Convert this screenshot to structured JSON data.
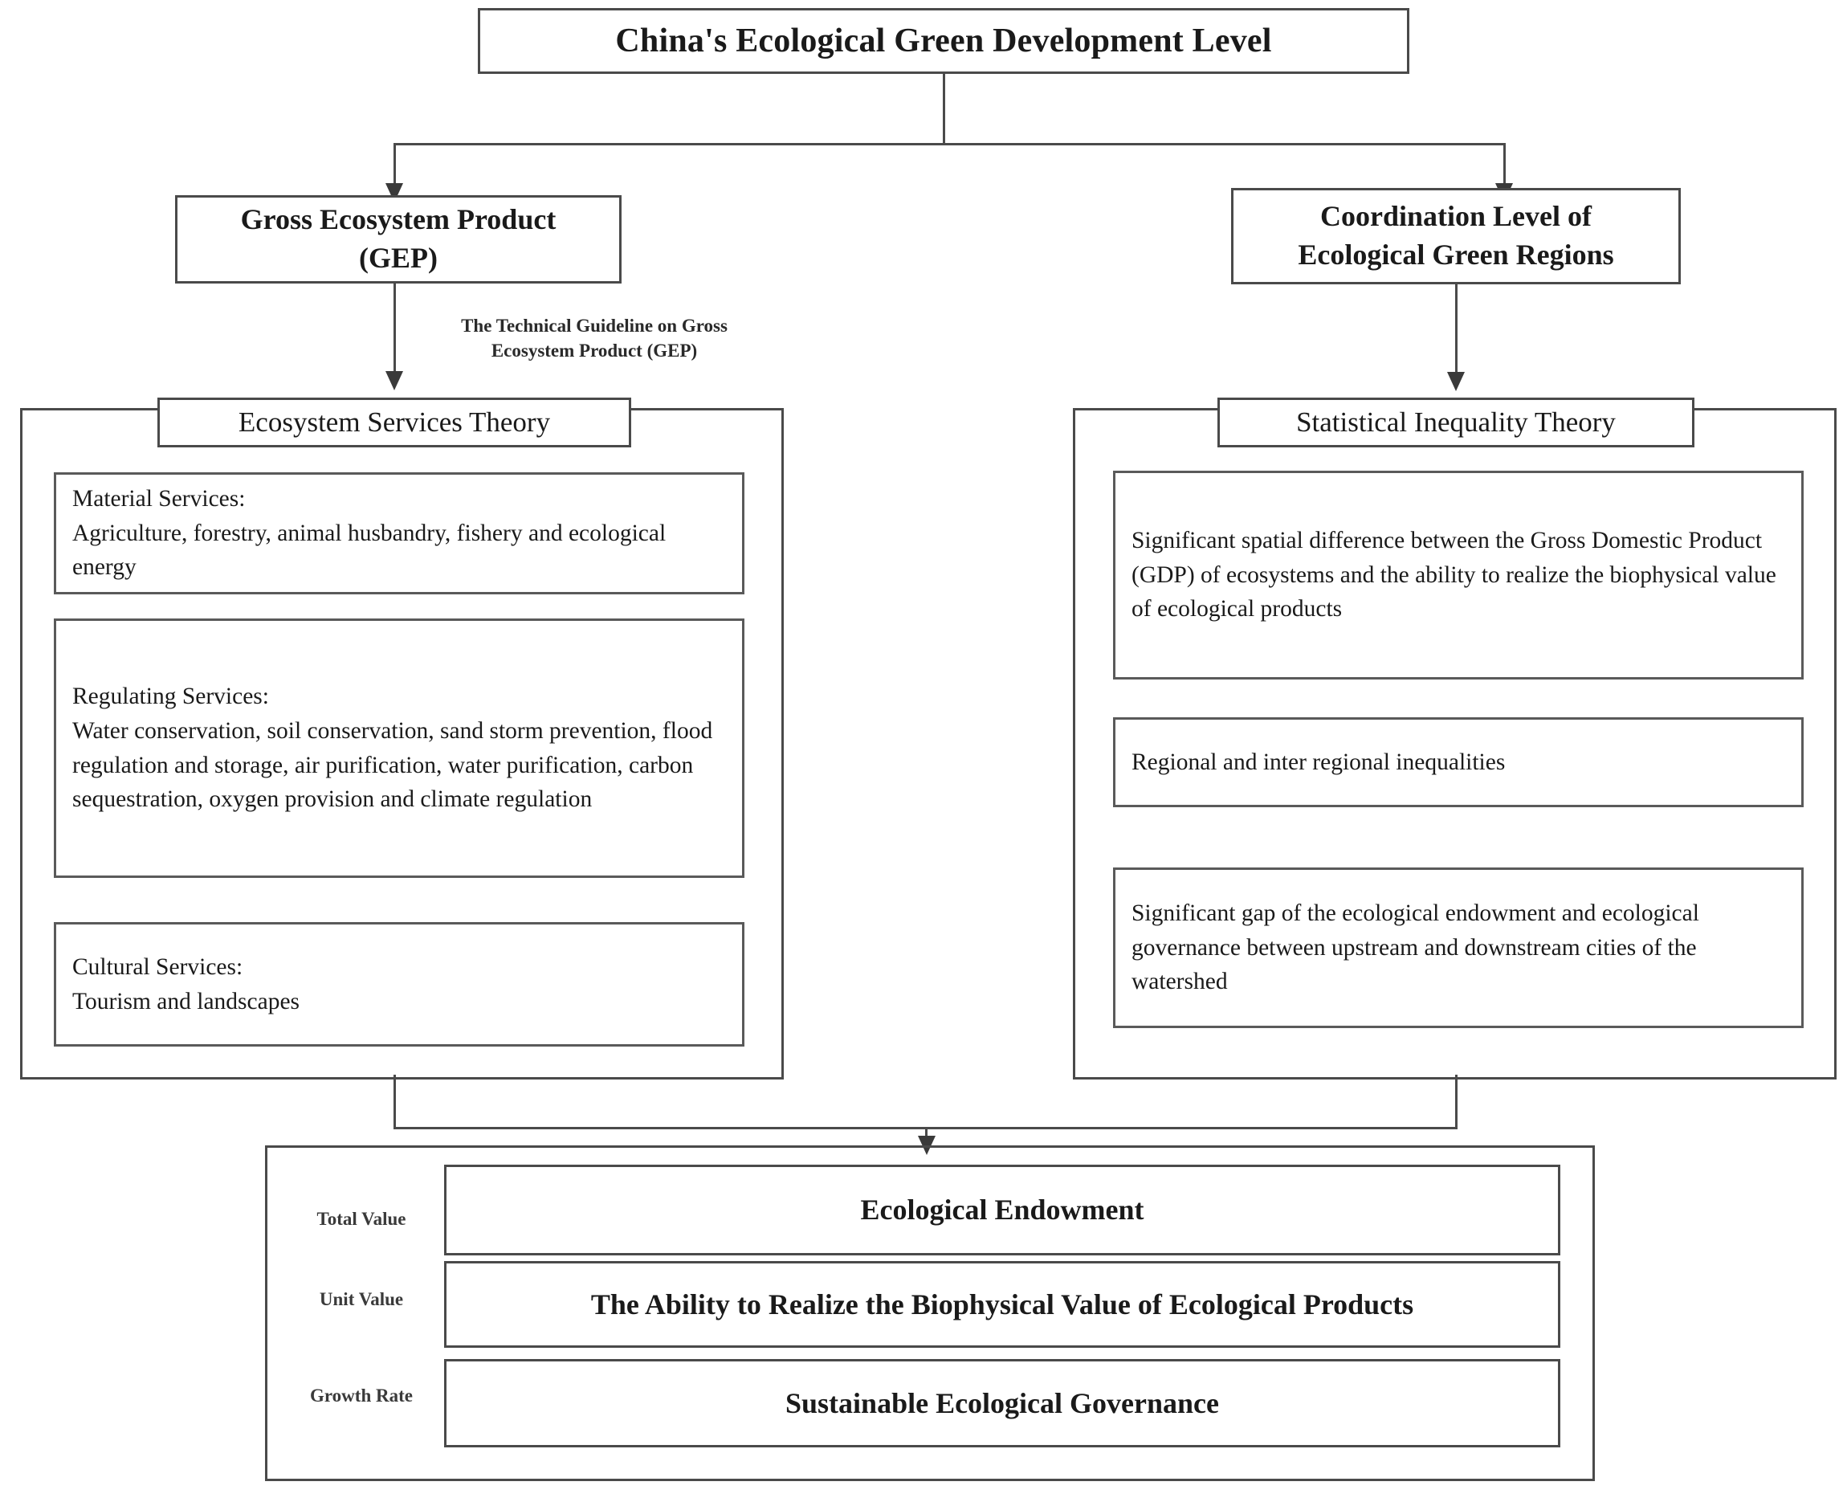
{
  "diagram": {
    "title": "China's Ecological Green Development Level",
    "branches": {
      "left": "Gross Ecosystem Product\n(GEP)",
      "right": "Coordination Level of\nEcological Green Regions"
    },
    "edge_labels": {
      "gep_to_theory": "The Technical Guideline on Gross\nEcosystem Product (GEP)"
    },
    "left_theory": {
      "header": "Ecosystem Services Theory",
      "items": [
        {
          "heading": "Material Services:",
          "body": "Agriculture, forestry, animal husbandry,  fishery and ecological energy"
        },
        {
          "heading": "Regulating Services:",
          "body": "Water conservation, soil conservation, sand storm prevention,  flood regulation and storage, air purification, water purification, carbon sequestration, oxygen provision and climate regulation"
        },
        {
          "heading": "Cultural Services:",
          "body": "Tourism and landscapes"
        }
      ]
    },
    "right_theory": {
      "header": "Statistical Inequality Theory",
      "items": [
        "Significant spatial difference between the Gross Domestic Product (GDP) of ecosystems and the ability to realize the biophysical value of ecological products",
        "Regional and inter regional inequalities",
        "Significant gap of the ecological endowment and ecological governance between upstream and downstream cities of the watershed"
      ]
    },
    "outcomes": [
      {
        "label": "Total Value",
        "value": "Ecological Endowment"
      },
      {
        "label": "Unit Value",
        "value": "The Ability to Realize the Biophysical Value of Ecological Products"
      },
      {
        "label": "Growth Rate",
        "value": "Sustainable Ecological Governance"
      }
    ],
    "colors": {
      "border": "#4a4a4a",
      "text": "#1a1a1a",
      "background": "#ffffff"
    }
  }
}
